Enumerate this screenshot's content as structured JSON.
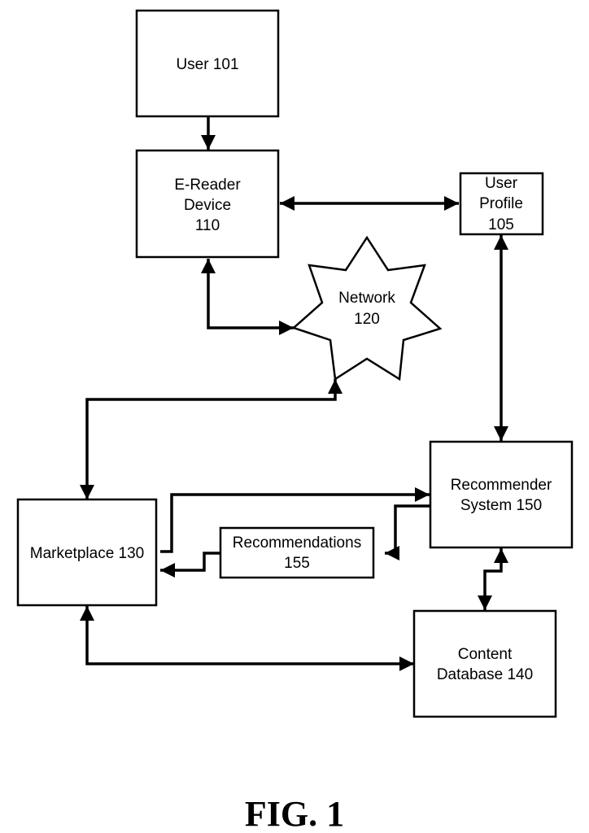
{
  "nodes": {
    "user": {
      "line1": "User 101"
    },
    "ereader": {
      "line1": "E-Reader",
      "line2": "Device",
      "line3": "110"
    },
    "profile": {
      "line1": "User",
      "line2": "Profile",
      "line3": "105"
    },
    "network": {
      "line1": "Network",
      "line2": "120"
    },
    "marketplace": {
      "line1": "Marketplace 130"
    },
    "recommender": {
      "line1": "Recommender",
      "line2": "System 150"
    },
    "recommendations": {
      "line1": "Recommendations",
      "line2": "155"
    },
    "database": {
      "line1": "Content",
      "line2": "Database 140"
    }
  },
  "edges": [
    {
      "from": "User 101",
      "to": "E-Reader Device 110",
      "direction": "one-way"
    },
    {
      "from": "E-Reader Device 110",
      "to": "User Profile 105",
      "direction": "two-way"
    },
    {
      "from": "E-Reader Device 110",
      "to": "Network 120",
      "direction": "two-way"
    },
    {
      "from": "Network 120",
      "to": "Marketplace 130",
      "direction": "two-way"
    },
    {
      "from": "User Profile 105",
      "to": "Recommender System 150",
      "direction": "two-way"
    },
    {
      "from": "Marketplace 130",
      "to": "Recommender System 150",
      "direction": "one-way"
    },
    {
      "from": "Recommender System 150",
      "to": "Recommendations 155",
      "direction": "one-way"
    },
    {
      "from": "Recommendations 155",
      "to": "Marketplace 130",
      "direction": "one-way"
    },
    {
      "from": "Recommender System 150",
      "to": "Content Database 140",
      "direction": "two-way"
    },
    {
      "from": "Marketplace 130",
      "to": "Content Database 140",
      "direction": "two-way"
    }
  ],
  "caption": "FIG. 1"
}
